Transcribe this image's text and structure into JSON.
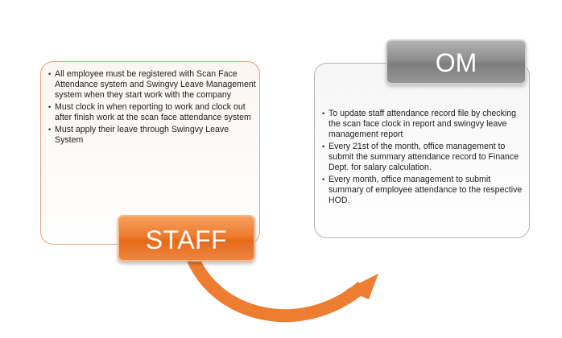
{
  "staff": {
    "label": "STAFF",
    "items": [
      "All employee must be registered with Scan Face Attendance system and Swingvy Leave Management system when they start work with the company",
      "Must clock in when reporting to work and clock out after finish work at the scan face attendance system",
      "Must apply their leave through Swingvy Leave System"
    ]
  },
  "om": {
    "label": "OM",
    "items": [
      "To update staff attendance record file by checking the scan face clock in report and swingvy leave management report",
      "Every 21st of the month, office management to submit the summary attendance record to Finance Dept. for salary calculation.",
      "Every month, office management to submit summary of employee attendance to the respective HOD."
    ]
  },
  "colors": {
    "staff_accent": "#ee7b2e",
    "om_accent": "#8d8d8d",
    "arrow": "#ed7d31"
  },
  "icons": {
    "connector": "curved-arrow-icon"
  }
}
